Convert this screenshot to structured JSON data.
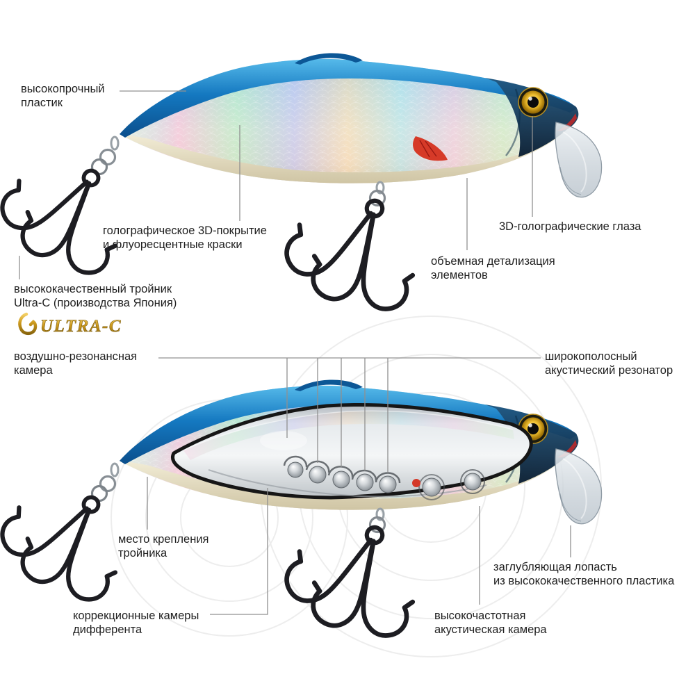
{
  "page": {
    "background": "#ffffff"
  },
  "brand": {
    "logo_text": "ULTRA-C"
  },
  "annotations": {
    "top_section": {
      "durable_plastic": "высокопрочный\nпластик",
      "holographic_coating": "голографическое 3D-покрытие\nи флуоресцентные краски",
      "holographic_eyes": "3D-голографические глаза",
      "volume_detailing": "объемная детализация\nэлементов",
      "treble_hook": "высококачественный тройник\nUltra-C (производства Япония)"
    },
    "bottom_section": {
      "air_chamber": "воздушно-резонансная\nкамера",
      "acoustic_resonator": "широкополосный\nакустический резонатор",
      "hook_mount": "место крепления\nтройника",
      "diving_lip": "заглубляющая лопасть\nиз высококачественного пластика",
      "trim_chambers": "коррекционные камеры\nдифферента",
      "hf_chamber": "высокочастотная\nакустическая камера"
    }
  },
  "colors": {
    "body_blue": "#1272b8",
    "body_belly": "#e9e2c8",
    "accent_red": "#d43828",
    "eye_gold": "#e8b622",
    "logo_gold": "#c9971c",
    "hook_metal": "#1d1d22",
    "label_text": "#1f1f1f",
    "leader_line": "#909090"
  }
}
